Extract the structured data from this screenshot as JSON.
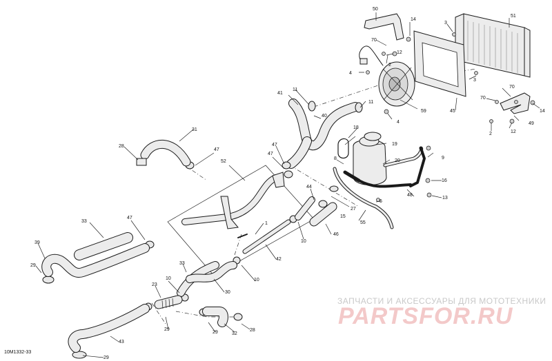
{
  "diagram": {
    "code": "10M1332-33",
    "callouts": {
      "c50": "50",
      "c14a": "14",
      "c3a": "3",
      "c51": "51",
      "c70a": "70",
      "c12a": "12",
      "c2a": "2",
      "c4a": "4",
      "c3b": "3",
      "c70b": "70",
      "c70c": "70",
      "c14b": "14",
      "c41": "41",
      "c11a": "11",
      "c11b": "11",
      "c40": "40",
      "c59": "59",
      "c45": "45",
      "c4b": "4",
      "c12b": "12",
      "c2b": "2",
      "c49": "49",
      "c31": "31",
      "c28a": "28",
      "c47a": "47",
      "c47b": "47",
      "c47c": "47",
      "c18": "18",
      "c19": "19",
      "c8": "8",
      "c20": "20",
      "c9": "9",
      "c52": "52",
      "c44": "44",
      "c16": "16",
      "c48": "48",
      "c13": "13",
      "c15": "15",
      "c27": "27",
      "c5": "5",
      "c55": "55",
      "c1": "1",
      "c33a": "33",
      "c47d": "47",
      "c39": "39",
      "c29a": "29",
      "c10a": "10",
      "c46": "46",
      "c42": "42",
      "c33b": "33",
      "c10b": "10",
      "c10c": "10",
      "c23": "23",
      "c30": "30",
      "c29b": "29",
      "c32": "32",
      "c28b": "28",
      "c43": "43",
      "c29c": "29"
    }
  },
  "branding": {
    "tagline": "ЗАПЧАСТИ И АКСЕССУАРЫ ДЛЯ МОТОТЕХНИКИ",
    "logo": "PARTSFOR.RU"
  }
}
